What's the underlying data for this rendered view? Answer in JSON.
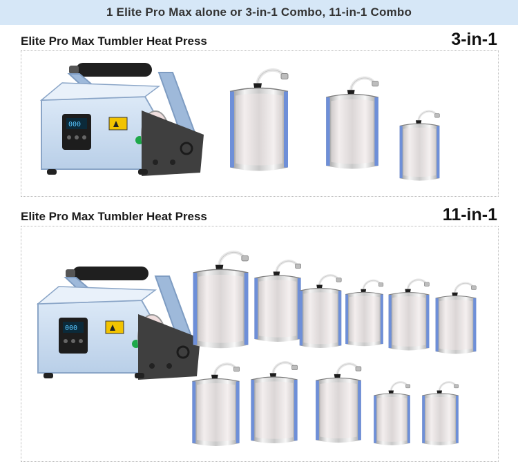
{
  "banner": {
    "text": "1 Elite Pro Max alone or 3-in-1 Combo, 11-in-1 Combo"
  },
  "sections": [
    {
      "title": "Elite Pro Max Tumbler Heat Press",
      "combo": "3-in-1",
      "attachments": 3
    },
    {
      "title": "Elite Pro Max Tumbler Heat Press",
      "combo": "11-in-1",
      "attachments": 11
    }
  ],
  "colors": {
    "banner_bg": "#d6e7f7",
    "press_body": "#cfe0f2",
    "press_dark": "#3b3b3b",
    "blue_trim": "#6e8fd8"
  }
}
